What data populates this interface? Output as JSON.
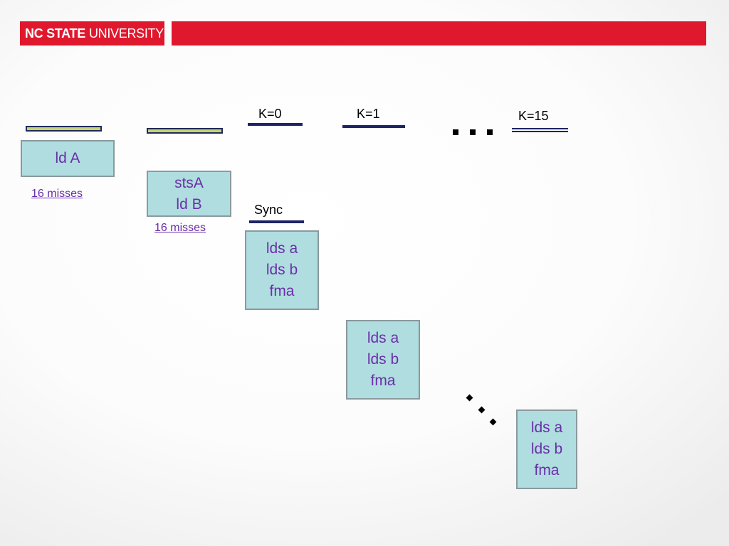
{
  "header": {
    "logo_strong": "NC STATE",
    "logo_light": "UNIVERSITY",
    "brand_color": "#e0182d"
  },
  "diagram": {
    "box_ld_a": "ld A",
    "box_sts": [
      "stsA",
      "ld B"
    ],
    "misses_1": "16 misses",
    "misses_2": "16 misses",
    "k0": "K=0",
    "k1": "K=1",
    "k15": "K=15",
    "sync": "Sync",
    "loop_box_1": [
      "lds a",
      "lds b",
      "fma"
    ],
    "loop_box_2": [
      "lds a",
      "lds b",
      "fma"
    ],
    "loop_box_3": [
      "lds a",
      "lds b",
      "fma"
    ],
    "colors": {
      "box_fill": "#b0dde0",
      "box_text": "#6a2fa8",
      "bar_blue": "#1f2466",
      "bar_green": "#c6d46b"
    }
  }
}
